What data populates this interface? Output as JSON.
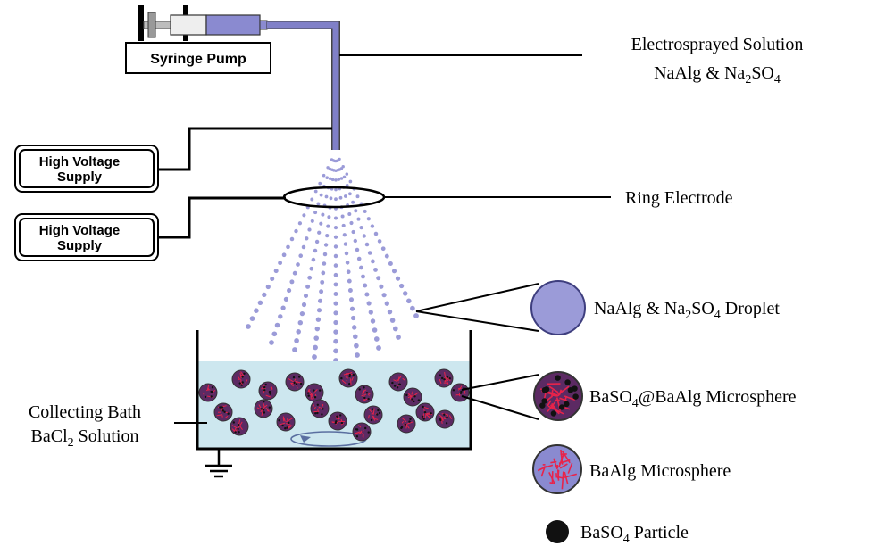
{
  "colors": {
    "droplet": "#9b9bd8",
    "droplet_stroke": "#5e5ea8",
    "needle": "#8080c8",
    "bath": "#cde7ef",
    "microsphere_fill": "#7a3a6a",
    "microsphere_net": "#e8234a",
    "particle": "#111111",
    "lines": "#000000"
  },
  "labels": {
    "syringe_pump": "Syringe Pump",
    "hv_supply_1_line1": "High Voltage",
    "hv_supply_1_line2": "Supply",
    "hv_supply_2_line1": "High Voltage",
    "hv_supply_2_line2": "Supply",
    "electrosprayed_title": "Electrosprayed Solution",
    "electrosprayed_formula_a": "NaAlg & Na",
    "electrosprayed_formula_b": "2",
    "electrosprayed_formula_c": "SO",
    "electrosprayed_formula_d": "4",
    "ring_electrode": "Ring Electrode",
    "collecting_bath_line1": "Collecting Bath",
    "collecting_bath_line2_a": "BaCl",
    "collecting_bath_line2_b": "2",
    "collecting_bath_line2_c": " Solution"
  },
  "legend": [
    {
      "icon": "droplet-icon",
      "text_a": "NaAlg & Na",
      "sub1": "2",
      "text_b": "SO",
      "sub2": "4",
      "text_c": " Droplet"
    },
    {
      "icon": "microsphere-particle-icon",
      "text_a": "BaSO",
      "sub1": "4",
      "text_b": "@BaAlg Microsphere",
      "sub2": "",
      "text_c": ""
    },
    {
      "icon": "microsphere-icon",
      "text_a": "BaAlg Microsphere",
      "sub1": "",
      "text_b": "",
      "sub2": "",
      "text_c": ""
    },
    {
      "icon": "particle-icon",
      "text_a": "BaSO",
      "sub1": "4",
      "text_b": " Particle",
      "sub2": "",
      "text_c": ""
    }
  ]
}
